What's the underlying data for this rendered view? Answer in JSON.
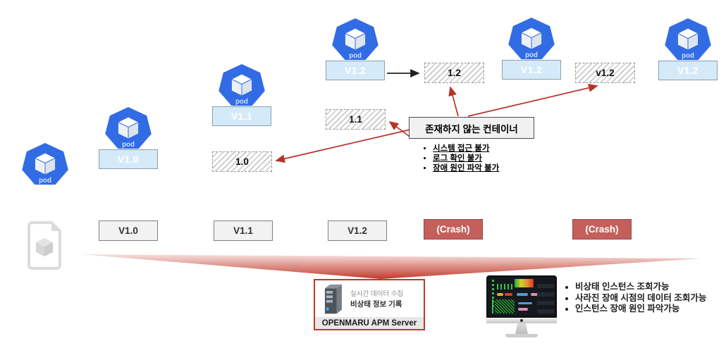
{
  "pods": {
    "icon_label": "pod",
    "versions": [
      "V1.0",
      "V1.1",
      "V1.2",
      "V1.2",
      "V1.2"
    ]
  },
  "ghost_containers": {
    "labels": [
      "1.0",
      "1.1",
      "1.2",
      "v1.2"
    ]
  },
  "callout": {
    "title": "존재하지 않는 컨테이너",
    "bullets": [
      "시스템 접근 불가",
      "로그 확인 불가",
      "장애 원인 파악 불가"
    ]
  },
  "timeline": {
    "versions": [
      "V1.0",
      "V1.1",
      "V1.2"
    ],
    "crashes": [
      "(Crash)",
      "(Crash)"
    ]
  },
  "apm_server": {
    "caption_line1": "실시간 데이터 수집",
    "caption_line2": "비상태 정보 기록",
    "title": "OPENMARU APM Server"
  },
  "monitor": {
    "bullets": [
      "비상태 인스턴스 조회가능",
      "사라진 장애 시점의 데이터 조회가능",
      "인스턴스 장애 원인 파악가능"
    ]
  },
  "colors": {
    "pod_blue": "#326ce5",
    "pod_label_bg": "#d5eaf8",
    "hatch_gray": "#c8c8c8",
    "crash_red": "#c55f5b",
    "arrow_red": "#b93228",
    "apm_border_red": "#c0392b",
    "funnel_red": "#c23b30"
  }
}
